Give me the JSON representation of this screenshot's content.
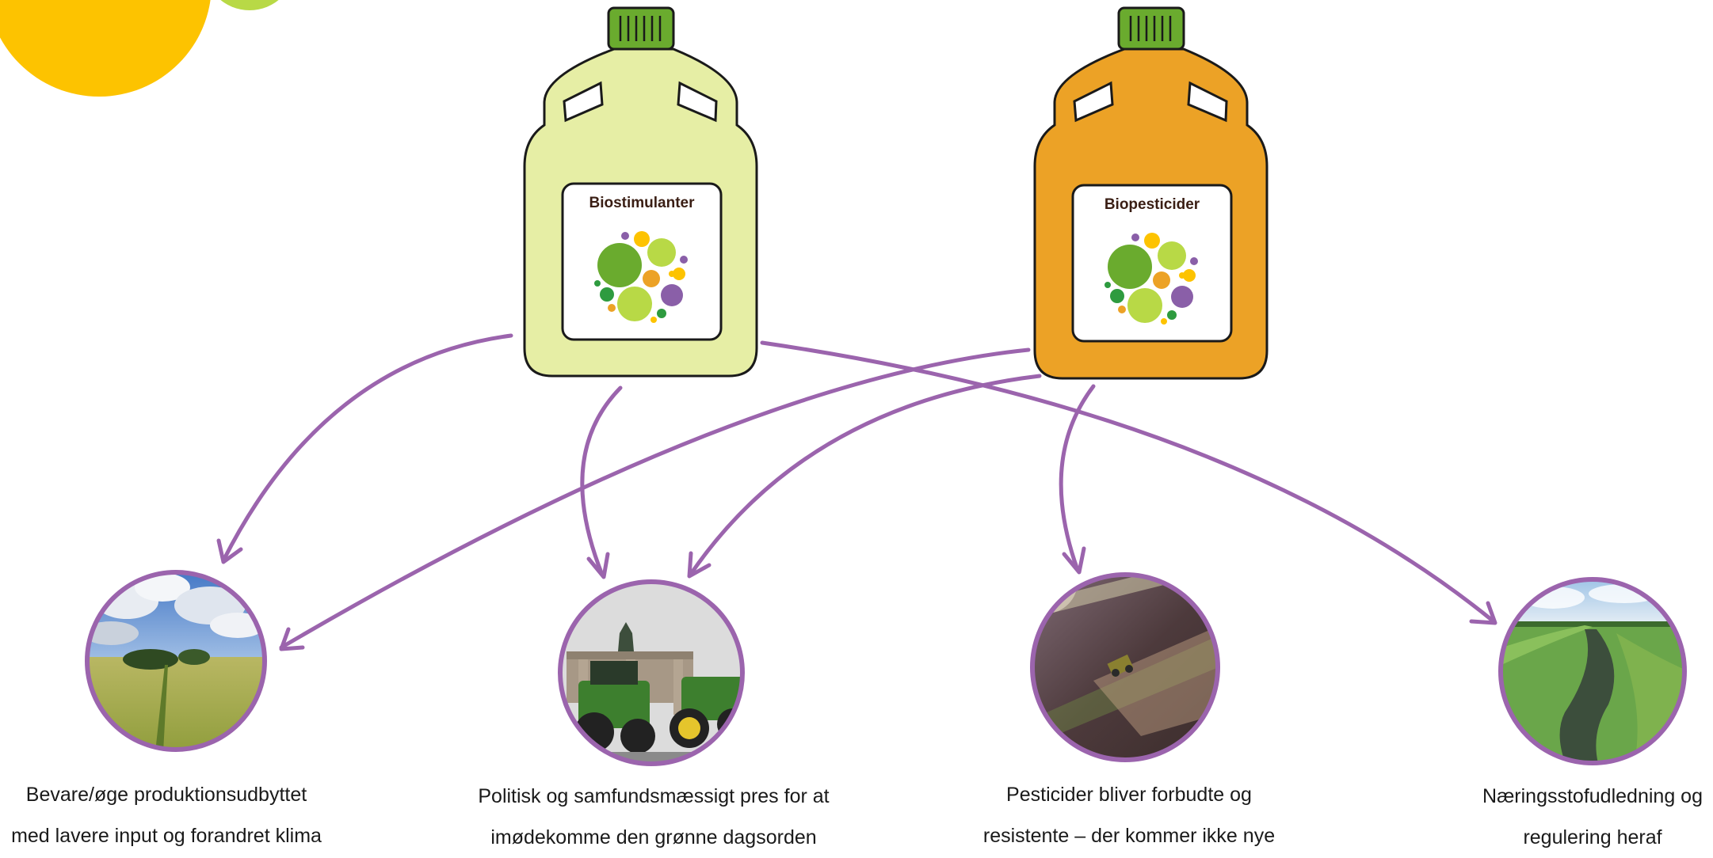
{
  "bottles": [
    {
      "label": "Biostimulanter",
      "body_color": "#e6eea5"
    },
    {
      "label": "Biopesticider",
      "body_color": "#eca226"
    }
  ],
  "outcomes": [
    {
      "line1": "Bevare/øge produktionsudbyttet",
      "line2": "med lavere input og forandret klima",
      "photo": "green field under cloudy sky"
    },
    {
      "line1": "Politisk og samfundsmæssigt pres for at",
      "line2": "imødekomme den grønne dagsorden",
      "photo": "tractors at Brandenburg Gate"
    },
    {
      "line1": "Pesticider bliver forbudte og",
      "line2": "resistente – der kommer ikke nye",
      "photo": "aerial view of tractor spraying field"
    },
    {
      "line1": "Næringsstofudledning og",
      "line2": "regulering heraf",
      "photo": "stream between grassy banks"
    }
  ],
  "colors": {
    "arrow": "#9b64ad",
    "circle_border": "#9b64ad",
    "cap": "#6aab2e",
    "sun_yellow": "#fdc300",
    "sun_green": "#b8d946"
  }
}
